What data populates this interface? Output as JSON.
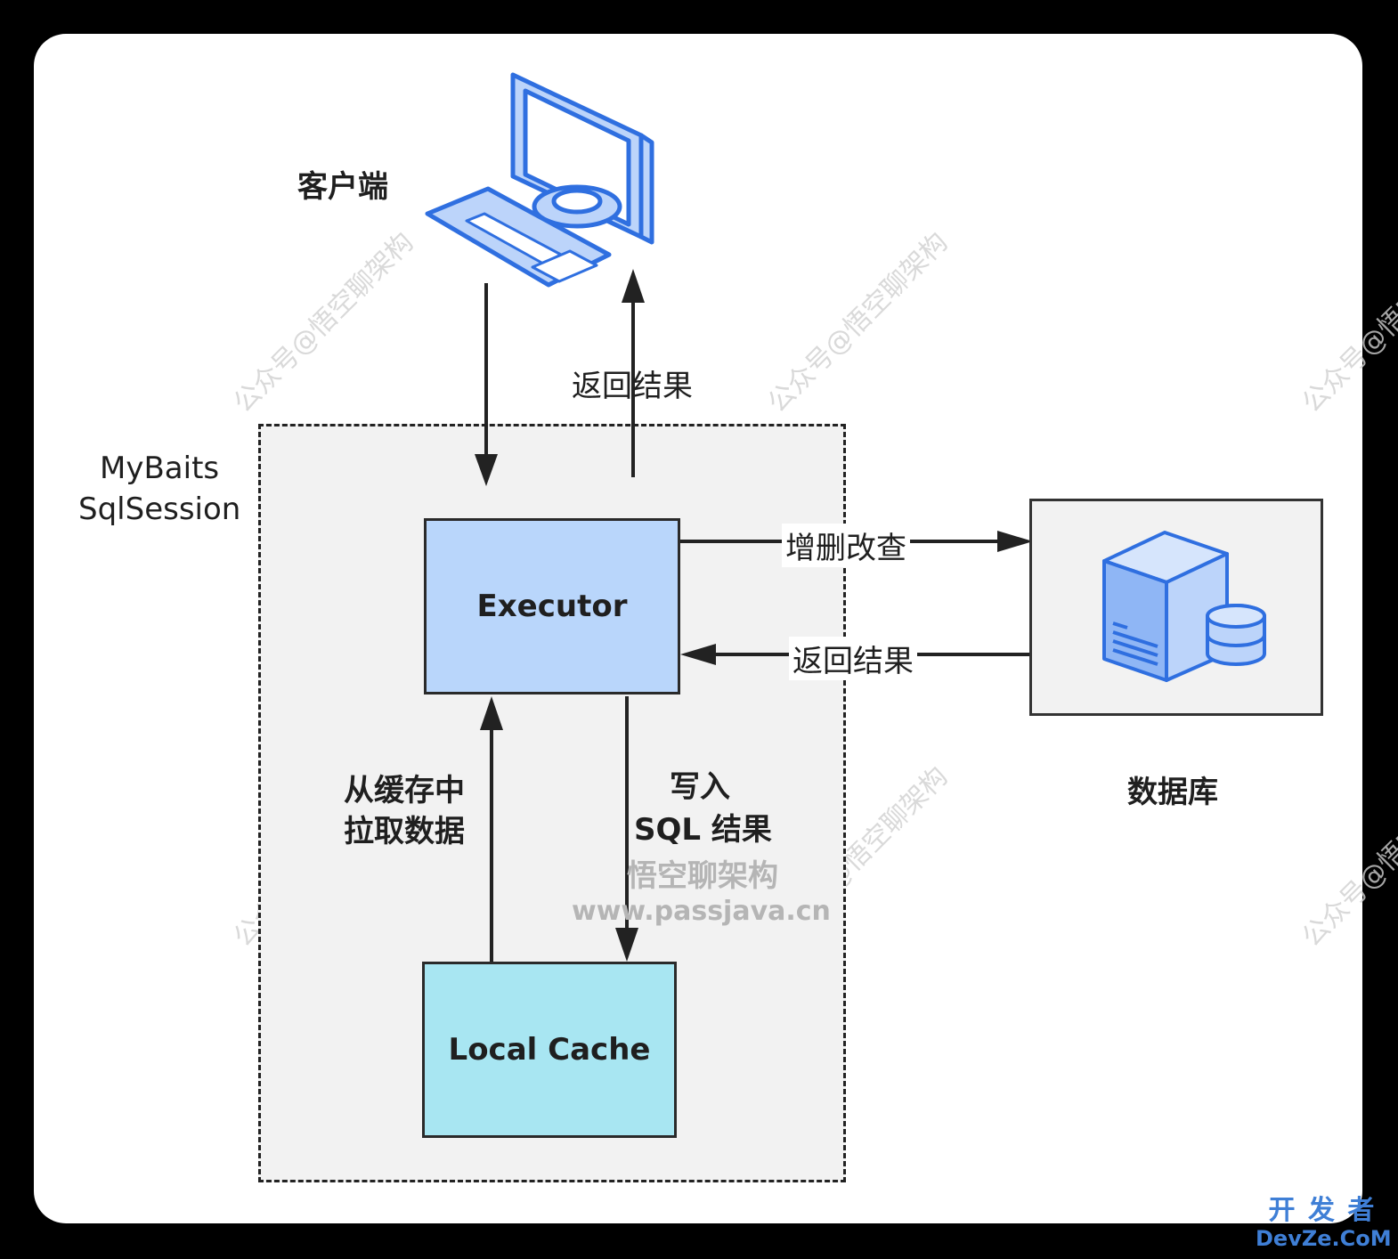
{
  "client": {
    "label": "客户端"
  },
  "session": {
    "label_line1": "MyBaits",
    "label_line2": "SqlSession"
  },
  "executor": {
    "label": "Executor"
  },
  "cache": {
    "label": "Local Cache"
  },
  "database": {
    "label": "数据库"
  },
  "edges": {
    "return_to_client": "返回结果",
    "crud": "增删改查",
    "return_from_db": "返回结果",
    "pull_cache_line1": "从缓存中",
    "pull_cache_line2": "拉取数据",
    "write_line1": "写入",
    "write_line2": "SQL 结果"
  },
  "watermark": {
    "brand": "悟空聊架构",
    "url": "www.passjava.cn",
    "diagonal": "公众号@悟空聊架构"
  },
  "site_badge": {
    "line1": "开 发 者",
    "line2": "DevZe.CoM"
  },
  "colors": {
    "executor_fill": "#b9d6fb",
    "cache_fill": "#a8e6f2",
    "icon_blue": "#2f6fe0",
    "icon_fill": "#bcd4fa"
  }
}
